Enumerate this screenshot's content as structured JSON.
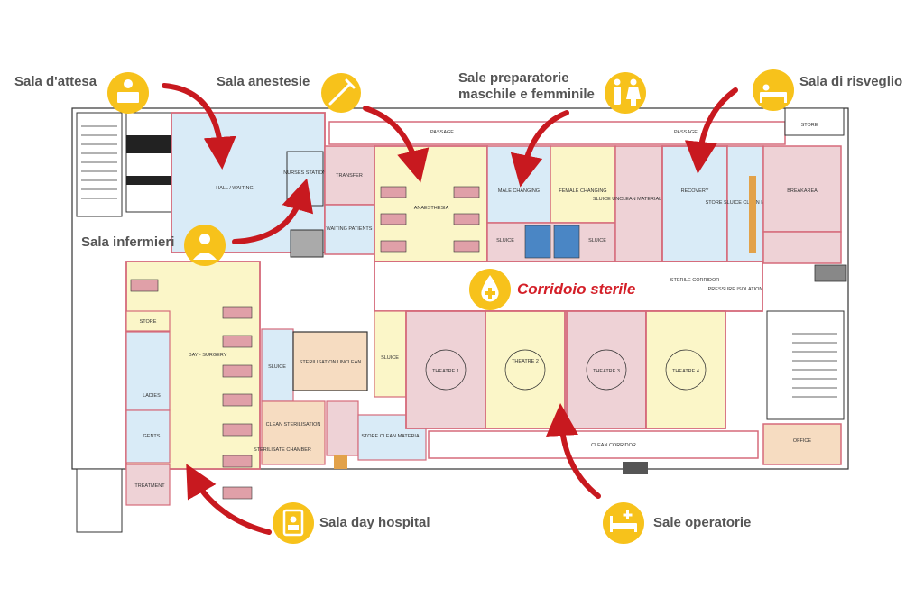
{
  "colors": {
    "accent_yellow": "#f7c21b",
    "arrow_red": "#c8191f",
    "wall_pink": "#d56a7a",
    "room_blue": "#d9ebf7",
    "room_yellow": "#fbf6c8",
    "room_pink": "#eed2d6",
    "room_peach": "#f6dcc1",
    "text_gray": "#555555"
  },
  "callouts": {
    "sala_attesa": "Sala d'attesa",
    "sala_anestesie": "Sala anestesie",
    "sale_preparatorie_1": "Sale preparatorie",
    "sale_preparatorie_2": "maschile e femminile",
    "sala_risveglio": "Sala di risveglio",
    "sala_infermieri": "Sala infermieri",
    "corridoio_sterile": "Corridoio sterile",
    "sala_day_hospital": "Sala day hospital",
    "sale_operatorie": "Sale operatorie"
  },
  "icons": {
    "sala_attesa": "reception-desk-icon",
    "sala_anestesie": "syringe-icon",
    "sale_preparatorie": "man-woman-icon",
    "sala_risveglio": "bed-patient-icon",
    "sala_infermieri": "nurse-icon",
    "corridoio_sterile": "drop-cross-icon",
    "sala_day_hospital": "clipboard-patient-icon",
    "sale_operatorie": "hospital-bed-icon"
  },
  "rooms": {
    "passage_left": "PASSAGE",
    "passage_right": "PASSAGE",
    "store_top": "STORE",
    "hall_waiting": "HALL / WAITING",
    "nurses_station": "NURSES STATION",
    "transfer": "TRANSFER",
    "waiting_patients": "WAITING PATIENTS",
    "anaesthesia": "ANAESTHESIA",
    "male_changing": "MALE CHANGING",
    "female_changing": "FEMALE CHANGING",
    "sluice_unclean": "SLUICE UNCLEAN MATERIAL & WASTE",
    "recovery": "RECOVERY",
    "store_sluice": "STORE SLUICE CLEAN MATERIAL",
    "breakroom": "BREAKAREA",
    "sluice_left": "SLUICE",
    "sluice_right": "SLUICE",
    "sterile_corridor": "STERILE CORRIDOR",
    "pressure_room": "PRESSURE ISOLATION",
    "store_left": "STORE",
    "day_surgery": "DAY - SURGERY",
    "ladies": "LADIES",
    "gents": "GENTS",
    "treatment": "TREATMENT",
    "sluice_mid": "SLUICE",
    "sterilisation_unclean": "STERILISATION UNCLEAN",
    "sluice_small": "SLUICE",
    "clean_sterilisation": "CLEAN STERILISATION",
    "sterilisation_chamber": "STERILISATE CHAMBER",
    "store_clean": "STORE CLEAN MATERIAL",
    "theatre_1": "THEATRE 1",
    "theatre_2": "THEATRE 2",
    "theatre_3": "THEATRE 3",
    "theatre_4": "THEATRE 4",
    "clean_corridor": "CLEAN CORRIDOR",
    "office": "OFFICE"
  }
}
